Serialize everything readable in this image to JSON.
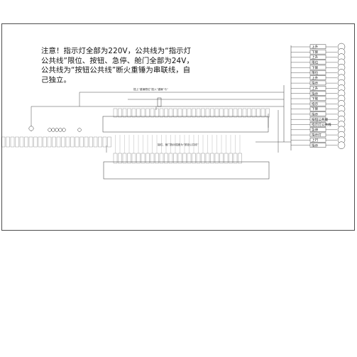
{
  "note": {
    "text": "注意！指示灯全部为220V，公共线为“指示灯公共线”限位、按钮、急停、舱门全部为24V，公共线为“按钮公共线”断火重锤为串联线，自己独立。"
  },
  "annotations": {
    "upper": "插上“重锤限位”插入“重锤”与“",
    "lower": "接红、舱门指示插座为“按钮公共线”"
  },
  "lamp_labels": [
    "上升",
    "下降",
    "上升",
    "限位",
    "下降",
    "限位",
    "上升",
    "指示",
    "上升",
    "指示",
    "下降",
    "指示",
    "下降",
    "指示",
    "按钮公共线",
    "指示灯公共线",
    "急停",
    "指示灯",
    "上行",
    "指示"
  ]
}
